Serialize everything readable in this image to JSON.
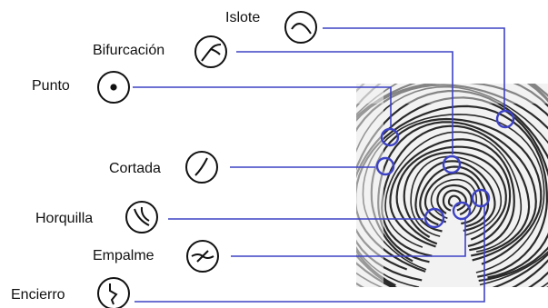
{
  "labels": {
    "islote": "Islote",
    "bifurcacion": "Bifurcación",
    "punto": "Punto",
    "cortada": "Cortada",
    "horquilla": "Horquilla",
    "empalme": "Empalme",
    "encierro": "Encierro"
  },
  "colors": {
    "leader_line": "#3d42c4",
    "marker_circle": "#3d42c4",
    "icon_stroke": "#111111",
    "label_text": "#111111",
    "fingerprint_ridge": "#2a2a2a",
    "fingerprint_bg": "#f2f2f2"
  },
  "icons": {
    "islote": "arc-icon",
    "bifurcacion": "fork-icon",
    "punto": "dot-icon",
    "cortada": "slash-icon",
    "horquilla": "y-branch-icon",
    "empalme": "crossover-icon",
    "encierro": "enclosure-icon"
  }
}
